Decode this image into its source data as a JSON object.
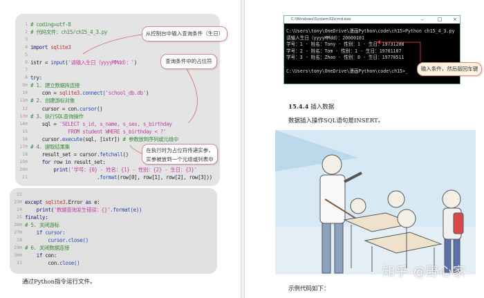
{
  "left_page": {
    "code_block_1": [
      {
        "n": "1",
        "parts": [
          {
            "t": "# coding=utf-8",
            "c": "cm"
          }
        ]
      },
      {
        "n": "2",
        "parts": [
          {
            "t": "# 代码文件：ch15/ch15_4_3.py",
            "c": "cm"
          }
        ]
      },
      {
        "n": "3",
        "parts": []
      },
      {
        "n": "4",
        "parts": [
          {
            "t": "import ",
            "c": "kw"
          },
          {
            "t": "sqlite3",
            "c": "mod"
          }
        ]
      },
      {
        "n": "5",
        "parts": []
      },
      {
        "n": "6",
        "parts": [
          {
            "t": "istr = ",
            "c": ""
          },
          {
            "t": "input",
            "c": "fn"
          },
          {
            "t": "(",
            "c": ""
          },
          {
            "t": "'请输入生日（yyyyMMdd）：'",
            "c": "str"
          },
          {
            "t": ")",
            "c": ""
          }
        ]
      },
      {
        "n": "7",
        "parts": []
      },
      {
        "n": "8",
        "parts": [
          {
            "t": "try:",
            "c": "kw"
          }
        ]
      },
      {
        "n": "9⊟",
        "parts": [
          {
            "t": "# 1. 建立数据库连接",
            "c": "cm"
          }
        ]
      },
      {
        "n": "10",
        "parts": [
          {
            "t": "    con = ",
            "c": ""
          },
          {
            "t": "sqlite3",
            "c": "mod"
          },
          {
            "t": ".connect(",
            "c": "fn"
          },
          {
            "t": "'school_db.db'",
            "c": "str"
          },
          {
            "t": ")",
            "c": ""
          }
        ]
      },
      {
        "n": "11⊟",
        "parts": [
          {
            "t": "# 2. 创建游标对象",
            "c": "cm"
          }
        ]
      },
      {
        "n": "12",
        "parts": [
          {
            "t": "    cursor = con.",
            "c": ""
          },
          {
            "t": "cursor",
            "c": "fn"
          },
          {
            "t": "()",
            "c": ""
          }
        ]
      },
      {
        "n": "13⊟",
        "parts": [
          {
            "t": "# 3. 执行SQL查询操作",
            "c": "cm"
          }
        ]
      },
      {
        "n": "14⊟",
        "parts": [
          {
            "t": "    sql = ",
            "c": ""
          },
          {
            "t": "'SELECT s_id, s_name, s_sex, s_birthday",
            "c": "str"
          }
        ]
      },
      {
        "n": "15",
        "parts": [
          {
            "t": "             FROM student WHERE s_birthday < ?'",
            "c": "str"
          }
        ]
      },
      {
        "n": "16",
        "parts": [
          {
            "t": "    cursor.",
            "c": ""
          },
          {
            "t": "execute",
            "c": "fn"
          },
          {
            "t": "(sql, [istr]) ",
            "c": ""
          },
          {
            "t": "# 参数放到序列或元组中",
            "c": "cm"
          }
        ]
      },
      {
        "n": "17⊟",
        "parts": [
          {
            "t": "# 4. 提取结果集",
            "c": "cm"
          }
        ]
      },
      {
        "n": "18",
        "parts": [
          {
            "t": "    result_set = cursor.",
            "c": ""
          },
          {
            "t": "fetchall",
            "c": "fn"
          },
          {
            "t": "()",
            "c": ""
          }
        ]
      },
      {
        "n": "19⊟",
        "parts": [
          {
            "t": "    for ",
            "c": "kw"
          },
          {
            "t": "row ",
            "c": ""
          },
          {
            "t": "in ",
            "c": "kw"
          },
          {
            "t": "result_set:",
            "c": ""
          }
        ]
      },
      {
        "n": "20⊟",
        "parts": [
          {
            "t": "        print",
            "c": "kw"
          },
          {
            "t": "('学号：{0} - 姓名：{1} - 性别：{2} - 生日：{3}'",
            "c": "str"
          }
        ]
      },
      {
        "n": "21",
        "parts": [
          {
            "t": "                       .",
            "c": ""
          },
          {
            "t": "format",
            "c": "fn"
          },
          {
            "t": "(row[0], row[1], row[2], row[3]))",
            "c": ""
          }
        ]
      }
    ],
    "code_block_2": [
      {
        "n": "22",
        "parts": []
      },
      {
        "n": "23⊟",
        "parts": [
          {
            "t": "except ",
            "c": "kw"
          },
          {
            "t": "sqlite3",
            "c": "mod"
          },
          {
            "t": ".Error ",
            "c": ""
          },
          {
            "t": "as ",
            "c": "kw"
          },
          {
            "t": "e:",
            "c": ""
          }
        ]
      },
      {
        "n": "24",
        "parts": [
          {
            "t": "    print",
            "c": "kw"
          },
          {
            "t": "(",
            "c": ""
          },
          {
            "t": "'数据查询发生错误：{}'",
            "c": "str"
          },
          {
            "t": ".format(e))",
            "c": "fn"
          }
        ]
      },
      {
        "n": "25",
        "parts": [
          {
            "t": "finally:",
            "c": "kw"
          }
        ]
      },
      {
        "n": "26⊟",
        "parts": [
          {
            "t": "# 5. 关闭游标",
            "c": "cm"
          }
        ]
      },
      {
        "n": "27⊟",
        "parts": [
          {
            "t": "    if ",
            "c": "kw"
          },
          {
            "t": "cursor:",
            "c": "fn"
          }
        ]
      },
      {
        "n": "28",
        "parts": [
          {
            "t": "        cursor.",
            "c": "fn"
          },
          {
            "t": "close()",
            "c": "fn"
          }
        ]
      },
      {
        "n": "29⊟",
        "parts": [
          {
            "t": "# 6. 关闭数据连接",
            "c": "cm"
          }
        ]
      },
      {
        "n": "30⊟",
        "parts": [
          {
            "t": "    if ",
            "c": "kw"
          },
          {
            "t": "con:",
            "c": ""
          }
        ]
      },
      {
        "n": "31",
        "parts": [
          {
            "t": "        con.",
            "c": ""
          },
          {
            "t": "close()",
            "c": "fn"
          }
        ]
      }
    ],
    "callouts": {
      "input": "从控制台中输入查询条件（生日）",
      "placeholder": "查询条件中的占位符",
      "params_line1": "在执行时为占位符传递实参，",
      "params_line2": "实参被放到一个元组或列表中"
    },
    "caption": "通过Python指令运行文件。"
  },
  "right_page": {
    "terminal": {
      "title": "C:\\Windows\\System32\\cmd.exe",
      "lines": [
        "C:\\Users\\tony\\OneDrive\\漫画Python\\code\\ch15>Python ch15_4_3.py",
        "请输入生日（yyyyMMdd）：20000101",
        "学号：1 - 姓名：Tony - 性别：1 - 生日：19731208",
        "学号：2 - 姓名：Tom - 性别：1 - 生日：19701107",
        "学号：3 - 姓名：Zhao - 性别：0 - 生日：19770511",
        "",
        "C:\\Users\\tony\\OneDrive\\漫画Python\\code\\ch15>_"
      ],
      "callout": "输入条件，然后敲回车键"
    },
    "section_number": "15.4.4",
    "section_title": "插入数据",
    "paragraph": "数据插入操作SQL语句是INSERT。",
    "footer_text": "示例代码如下：",
    "watermark": "知乎 @野心家"
  }
}
